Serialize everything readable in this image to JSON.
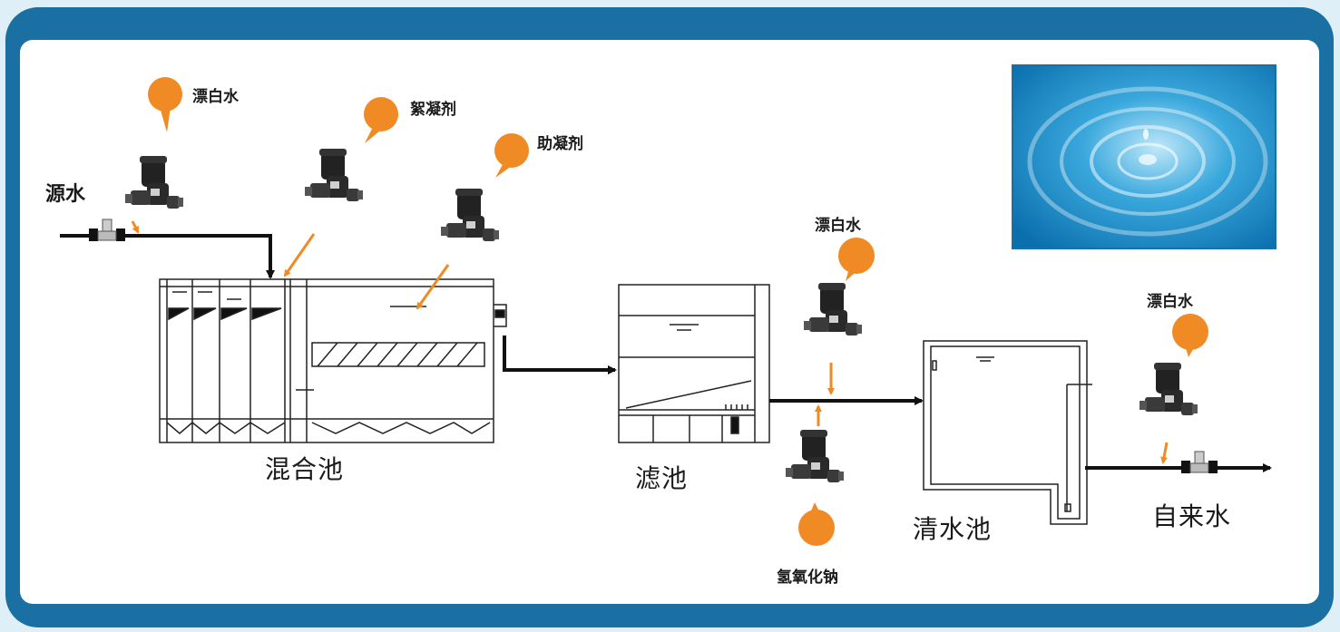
{
  "labels": {
    "source_water": "源水",
    "bleach_1": "漂白水",
    "flocculant": "絮凝剂",
    "coagulant_aid": "助凝剂",
    "mixing_tank": "混合池",
    "filter_tank": "滤池",
    "bleach_2": "漂白水",
    "sodium_hydroxide": "氢氧化钠",
    "clear_water_tank": "清水池",
    "bleach_3": "漂白水",
    "tap_water": "自来水"
  },
  "colors": {
    "frame": "#1a6fa3",
    "dosing_ball": "#f08a24",
    "pipe": "#111111",
    "pump": "#2a2a2a"
  },
  "icons": {
    "pump": "metering-pump-icon",
    "valve": "valve-icon",
    "chemical": "chemical-tank-icon",
    "water": "water-ripple-image"
  }
}
